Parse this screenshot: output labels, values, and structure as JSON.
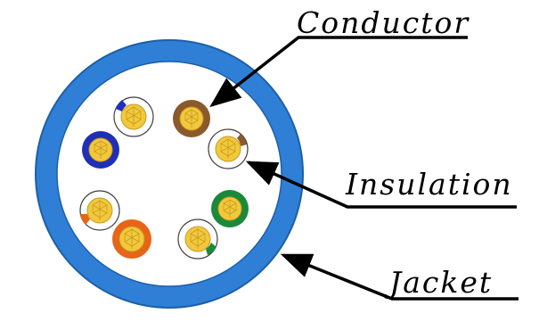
{
  "labels": {
    "conductor": "Conductor",
    "insulation": "Insulation",
    "jacket": "Jacket"
  },
  "colors": {
    "jacket": "#2f7fd6",
    "conductor": "#f2c83c",
    "insulation": "#ffffff",
    "pair_brown": "#8a5a2c",
    "pair_blue": "#1f2fb8",
    "pair_green": "#1a8a3a",
    "pair_orange": "#e86418"
  }
}
